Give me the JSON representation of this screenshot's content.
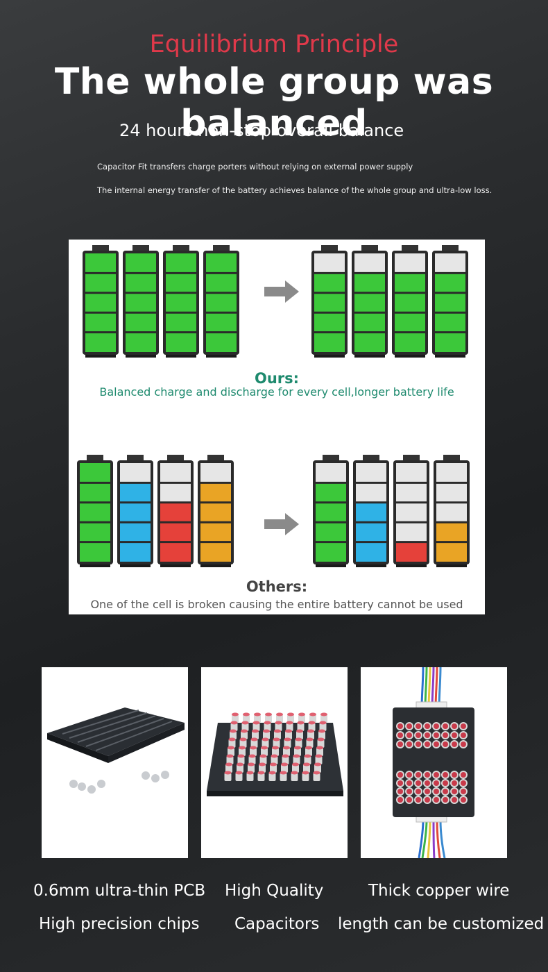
{
  "header": {
    "subtitle": "Equilibrium Principle",
    "title": "The whole group was balanced",
    "tagline": "24 hours non-stop overall balance",
    "note1": "Capacitor Fit transfers charge porters without relying on external power supply",
    "note2": "The internal energy transfer of the battery achieves balance of the whole group and ultra-low loss."
  },
  "diagram": {
    "ours_heading": "Ours:",
    "ours_text": "Balanced charge and discharge for every cell,longer battery life",
    "others_heading": "Others:",
    "others_text": "One of the cell is broken causing the entire battery cannot be used",
    "colors": {
      "green": "#3cc83a",
      "blue": "#2fb2e6",
      "red": "#e5413a",
      "orange": "#e9a425",
      "empty": "#e6e6e6",
      "arrow": "#8a8a8a"
    },
    "ours_before": [
      {
        "color": "green",
        "level": 1
      },
      {
        "color": "green",
        "level": 1
      },
      {
        "color": "green",
        "level": 1
      },
      {
        "color": "green",
        "level": 1
      }
    ],
    "ours_after": [
      {
        "color": "green",
        "level": 0.8
      },
      {
        "color": "green",
        "level": 0.8
      },
      {
        "color": "green",
        "level": 0.8
      },
      {
        "color": "green",
        "level": 0.8
      }
    ],
    "others_before": [
      {
        "color": "green",
        "level": 1
      },
      {
        "color": "blue",
        "level": 0.8
      },
      {
        "color": "red",
        "level": 0.6
      },
      {
        "color": "orange",
        "level": 0.8
      }
    ],
    "others_after": [
      {
        "color": "green",
        "level": 0.8
      },
      {
        "color": "blue",
        "level": 0.6
      },
      {
        "color": "red",
        "level": 0.2
      },
      {
        "color": "orange",
        "level": 0.4
      }
    ]
  },
  "features": [
    {
      "line1": "0.6mm ultra-thin PCB",
      "line2": "High precision chips"
    },
    {
      "line1": "High Quality",
      "line2": "Capacitors"
    },
    {
      "line1": "Thick copper wire",
      "line2": "length can be customized"
    }
  ]
}
